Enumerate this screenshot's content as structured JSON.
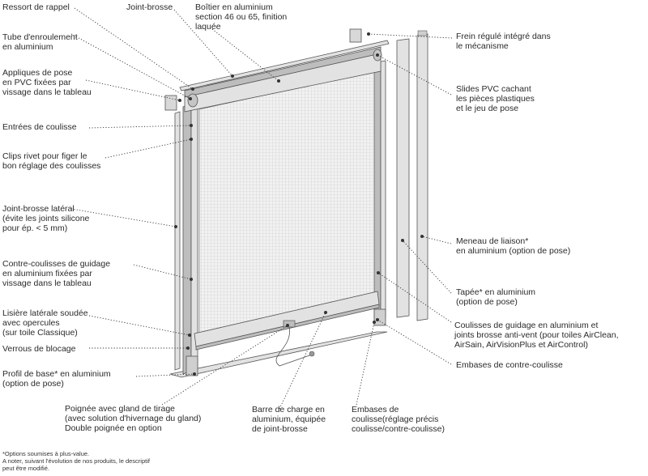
{
  "labels": {
    "ressort": [
      "Ressort de rappel"
    ],
    "joint_brosse": [
      "Joint-brosse"
    ],
    "boitier": [
      "Boîtier en aluminium",
      "section 46 ou 65, finition",
      "laquée"
    ],
    "frein": [
      "Frein régulé intégré dans",
      "le mécanisme"
    ],
    "tube": [
      "Tube d'enroulement",
      "en aluminium"
    ],
    "appliques": [
      "Appliques de pose",
      "en PVC fixées par",
      "vissage dans le tableau"
    ],
    "slides": [
      "Slides PVC cachant",
      "les pièces plastiques",
      "et le jeu de pose"
    ],
    "entrees": [
      "Entrées de coulisse"
    ],
    "clips": [
      "Clips rivet pour figer le",
      "bon réglage des coulisses"
    ],
    "joint_lateral": [
      "Joint-brosse latéral",
      "(évite les joints silicone",
      "pour ép. < 5 mm)"
    ],
    "meneau": [
      "Meneau de liaison*",
      "en aluminium (option de pose)"
    ],
    "contre_coulisses": [
      "Contre-coulisses de guidage",
      "en aluminium fixées par",
      "vissage dans le tableau"
    ],
    "tapee": [
      "Tapée* en aluminium",
      "(option de pose)"
    ],
    "lisiere": [
      "Lisière latérale soudée",
      "avec opercules",
      "(sur toile Classique)"
    ],
    "coulisses": [
      "Coulisses de guidage en aluminium et",
      "joints brosse anti-vent (pour toiles AirClean,",
      "AirSain, AirVisionPlus et AirControl)"
    ],
    "verrous": [
      "Verrous de blocage"
    ],
    "embases_contre": [
      "Embases de contre-coulisse"
    ],
    "profil": [
      "Profil de base* en aluminium",
      "(option de pose)"
    ],
    "poignee": [
      "Poignée avec gland de tirage",
      "(avec solution d'hivernage du gland)",
      "Double poignée en option"
    ],
    "barre": [
      "Barre de charge en",
      "aluminium, équipée",
      "de joint-brosse"
    ],
    "embases_coulisse": [
      "Embases de",
      "coulisse(réglage précis",
      "coulisse/contre-coulisse)"
    ]
  },
  "notes": [
    "*Options soumises à plus-value.",
    "A noter, suivant l'évolution de nos produits, le descriptif",
    "peut être modifié."
  ]
}
